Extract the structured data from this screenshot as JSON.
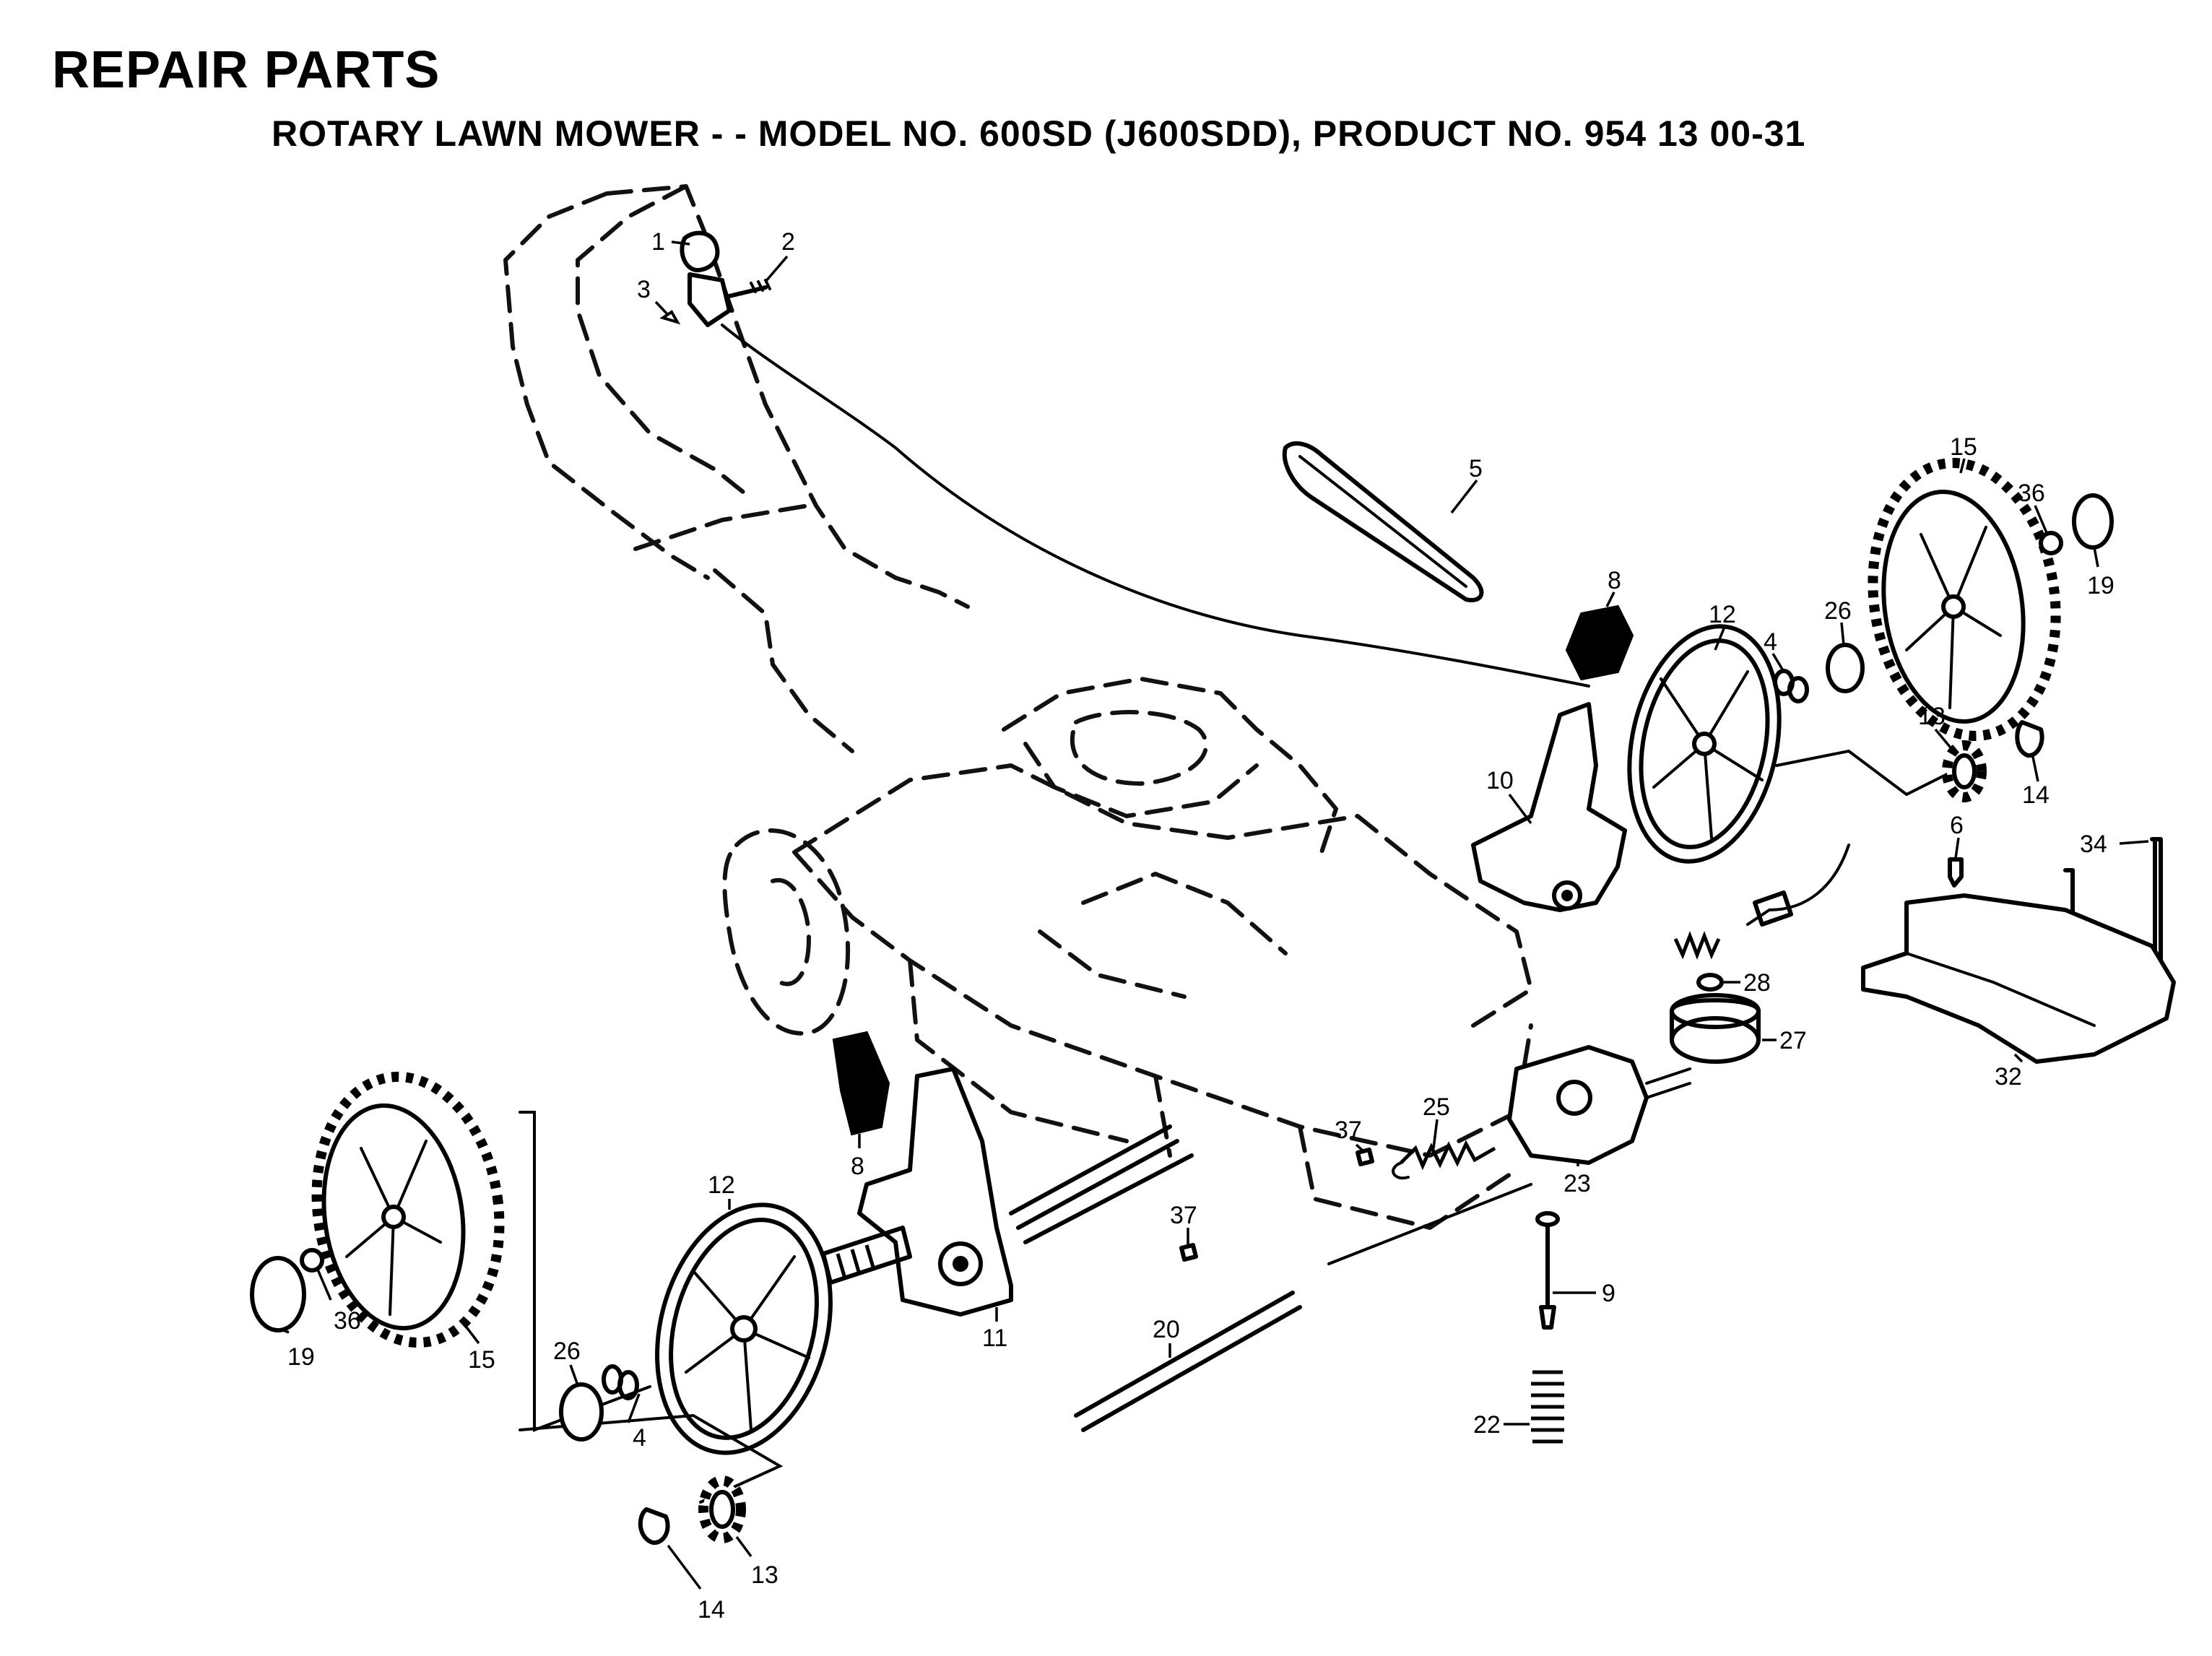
{
  "header": {
    "title": "REPAIR PARTS",
    "subtitle": "ROTARY LAWN MOWER - - MODEL NO. 600SD (J600SDD),   PRODUCT NO.   954 13 00-31"
  },
  "callouts": [
    {
      "id": "c1",
      "text": "1"
    },
    {
      "id": "c2",
      "text": "2"
    },
    {
      "id": "c3",
      "text": "3"
    },
    {
      "id": "c5",
      "text": "5"
    },
    {
      "id": "c8a",
      "text": "8"
    },
    {
      "id": "c15a",
      "text": "15"
    },
    {
      "id": "c36a",
      "text": "36"
    },
    {
      "id": "c19a",
      "text": "19"
    },
    {
      "id": "c12a",
      "text": "12"
    },
    {
      "id": "c26a",
      "text": "26"
    },
    {
      "id": "c4a",
      "text": "4"
    },
    {
      "id": "c13a",
      "text": "13"
    },
    {
      "id": "c14a",
      "text": "14"
    },
    {
      "id": "c10",
      "text": "10"
    },
    {
      "id": "c6",
      "text": "6"
    },
    {
      "id": "c34",
      "text": "34"
    },
    {
      "id": "c28",
      "text": "28"
    },
    {
      "id": "c27",
      "text": "27"
    },
    {
      "id": "c32",
      "text": "32"
    },
    {
      "id": "c25",
      "text": "25"
    },
    {
      "id": "c37a",
      "text": "37"
    },
    {
      "id": "c23",
      "text": "23"
    },
    {
      "id": "c8b",
      "text": "8"
    },
    {
      "id": "c12b",
      "text": "12"
    },
    {
      "id": "c37b",
      "text": "37"
    },
    {
      "id": "c11",
      "text": "11"
    },
    {
      "id": "c20",
      "text": "20"
    },
    {
      "id": "c9",
      "text": "9"
    },
    {
      "id": "c22",
      "text": "22"
    },
    {
      "id": "c36b",
      "text": "36"
    },
    {
      "id": "c19b",
      "text": "19"
    },
    {
      "id": "c15b",
      "text": "15"
    },
    {
      "id": "c26b",
      "text": "26"
    },
    {
      "id": "c4b",
      "text": "4"
    },
    {
      "id": "c13b",
      "text": "13"
    },
    {
      "id": "c14b",
      "text": "14"
    }
  ]
}
